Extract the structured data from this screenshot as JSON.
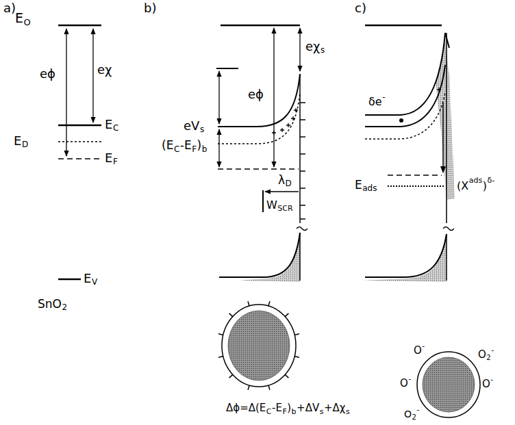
{
  "diagram": {
    "labels": [
      "a)",
      "E",
      "O",
      "eχ",
      "eϕ",
      "E",
      "C",
      "E",
      "D",
      "E",
      "F",
      "E",
      "V",
      "SnO",
      "2",
      "b)",
      "eχ",
      "s",
      "eϕ",
      "eV",
      "s",
      "(E",
      "C",
      "-E",
      "F",
      ")",
      "b",
      "λ",
      "D",
      "W",
      "SCR",
      "c)",
      "δe",
      "-",
      "E",
      "ads",
      "(X",
      "ads",
      ")",
      "δ-",
      "O",
      "-",
      "O",
      "2",
      "-",
      "O",
      "-",
      "O",
      "-",
      "O",
      "2",
      "-",
      "Δϕ=Δ(E",
      "C",
      "-E",
      "F",
      ")",
      "b",
      "+ΔV",
      "s",
      "+Δχ",
      "s"
    ]
  }
}
